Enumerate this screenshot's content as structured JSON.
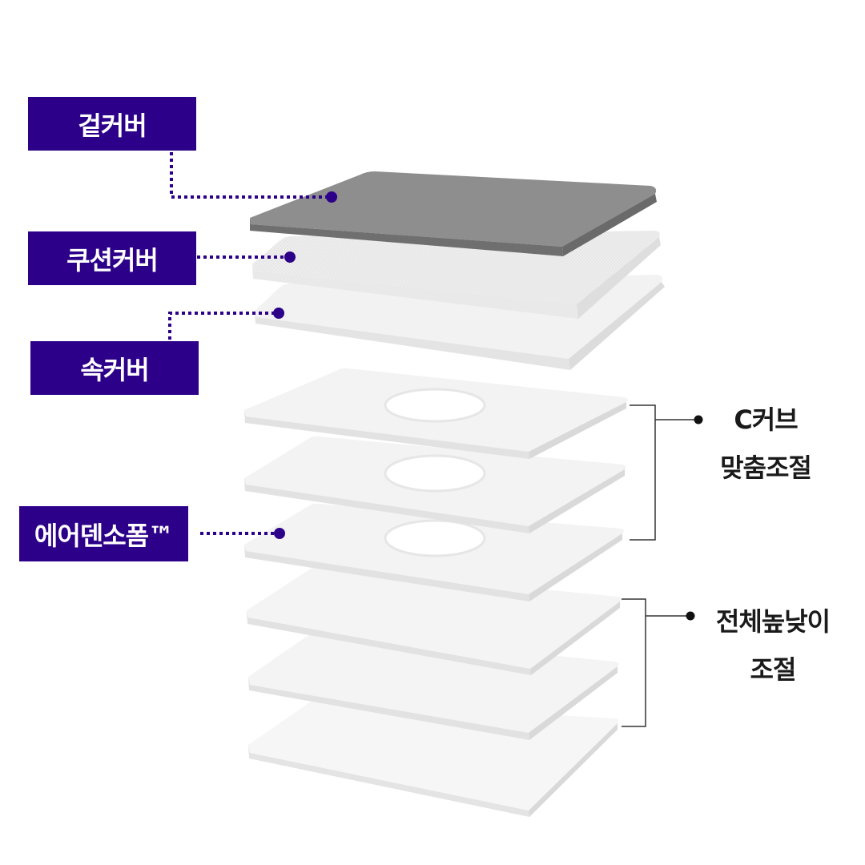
{
  "labels": {
    "outer_cover": "겉커버",
    "cushion_cover": "쿠션커버",
    "inner_cover": "속커버",
    "air_den_foam": "에어덴소폼™"
  },
  "right_labels": {
    "c_curve_line1": "C커브",
    "c_curve_line2": "맞춤조절",
    "height_line1": "전체높낮이",
    "height_line2": "조절"
  },
  "colors": {
    "label_bg": "#2c0089",
    "label_text": "#ffffff",
    "dotted_line": "#2c0089",
    "outer_cover": "#8a8a8a",
    "layer_white": "#f2f2f2"
  }
}
